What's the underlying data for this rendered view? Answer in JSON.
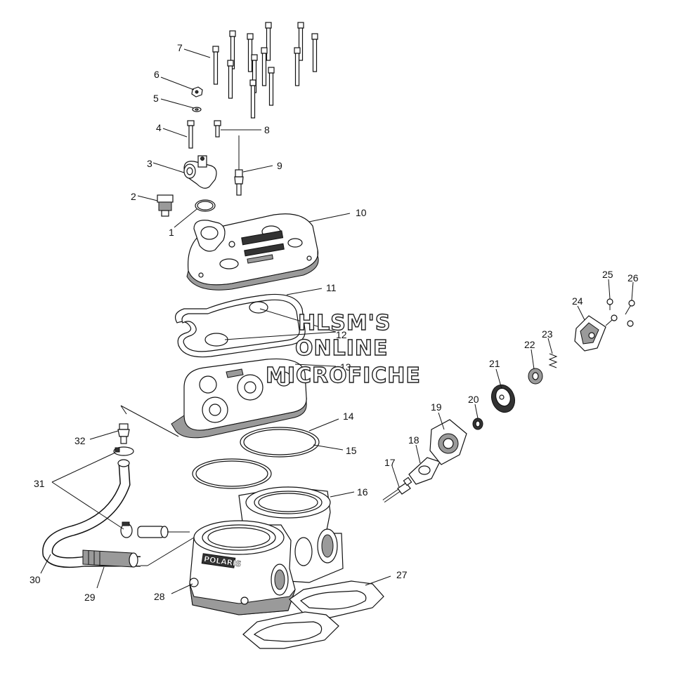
{
  "watermark": {
    "line1": "HLSM'S",
    "line2": "ONLINE",
    "line3": "MICROFICHE"
  },
  "cylinder_logo": "POLARIS",
  "callouts": [
    {
      "id": "1",
      "label": "1"
    },
    {
      "id": "2",
      "label": "2"
    },
    {
      "id": "3",
      "label": "3"
    },
    {
      "id": "4",
      "label": "4"
    },
    {
      "id": "5",
      "label": "5"
    },
    {
      "id": "6",
      "label": "6"
    },
    {
      "id": "7",
      "label": "7"
    },
    {
      "id": "8",
      "label": "8"
    },
    {
      "id": "9",
      "label": "9"
    },
    {
      "id": "10",
      "label": "10"
    },
    {
      "id": "11",
      "label": "11"
    },
    {
      "id": "12",
      "label": "12"
    },
    {
      "id": "13",
      "label": "13"
    },
    {
      "id": "14",
      "label": "14"
    },
    {
      "id": "15",
      "label": "15"
    },
    {
      "id": "16",
      "label": "16"
    },
    {
      "id": "17",
      "label": "17"
    },
    {
      "id": "18",
      "label": "18"
    },
    {
      "id": "19",
      "label": "19"
    },
    {
      "id": "20",
      "label": "20"
    },
    {
      "id": "21",
      "label": "21"
    },
    {
      "id": "22",
      "label": "22"
    },
    {
      "id": "23",
      "label": "23"
    },
    {
      "id": "24",
      "label": "24"
    },
    {
      "id": "25",
      "label": "25"
    },
    {
      "id": "26",
      "label": "26"
    },
    {
      "id": "27",
      "label": "27"
    },
    {
      "id": "28",
      "label": "28"
    },
    {
      "id": "29",
      "label": "29"
    },
    {
      "id": "30",
      "label": "30"
    },
    {
      "id": "31",
      "label": "31"
    },
    {
      "id": "32",
      "label": "32"
    }
  ]
}
